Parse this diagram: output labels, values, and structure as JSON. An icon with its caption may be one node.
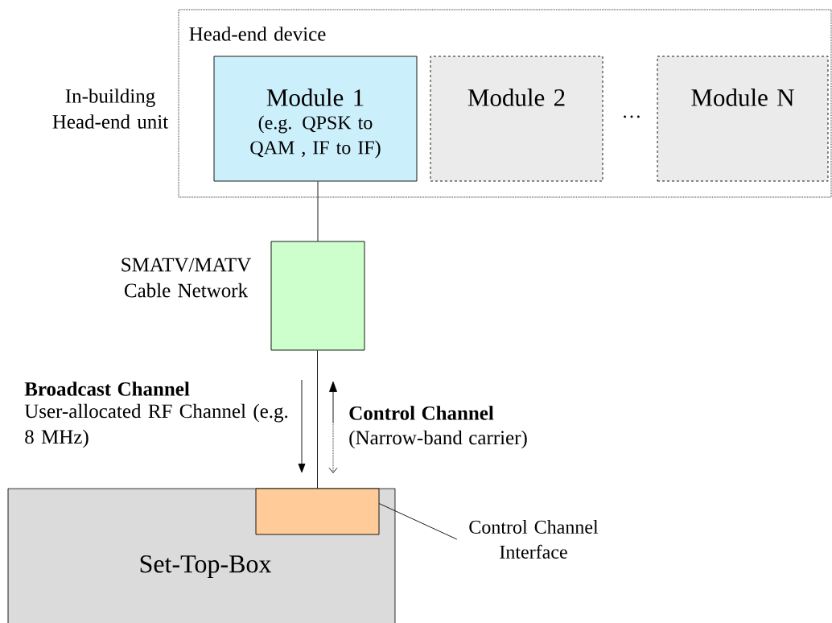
{
  "diagram": {
    "nodes": [
      {
        "text": [
          "Head-end device"
        ],
        "beside": [
          "In-building Head-end unit"
        ]
      },
      {
        "text": [
          "Module 1",
          "(e.g. QPSK to QAM , IF to IF)"
        ],
        "in": 0
      },
      {
        "text": [
          "Module 2"
        ],
        "in": 0
      },
      {
        "text": [
          "Module N"
        ],
        "in": 0
      },
      {
        "text": [],
        "shape": "box",
        "beside": [
          "SMATV/MATV Cable Network"
        ]
      },
      {
        "text": [
          "Set-Top-Box"
        ]
      },
      {
        "text": [],
        "shape": "box",
        "in": 5
      },
      {
        "text": [
          "Control Channel Interface"
        ]
      }
    ],
    "edges": [
      {
        "from": 1,
        "to": 4,
        "arrow": "none"
      },
      {
        "from": 4,
        "to": 6,
        "arrow": "none"
      },
      {
        "from": 7,
        "to": 6,
        "arrow": "none"
      }
    ],
    "labels": [
      "…",
      "Broadcast Channel",
      "User-allocated RF Channel (e.g. 8 MHz)",
      "Control Channel",
      "(Narrow-band carrier)"
    ]
  }
}
